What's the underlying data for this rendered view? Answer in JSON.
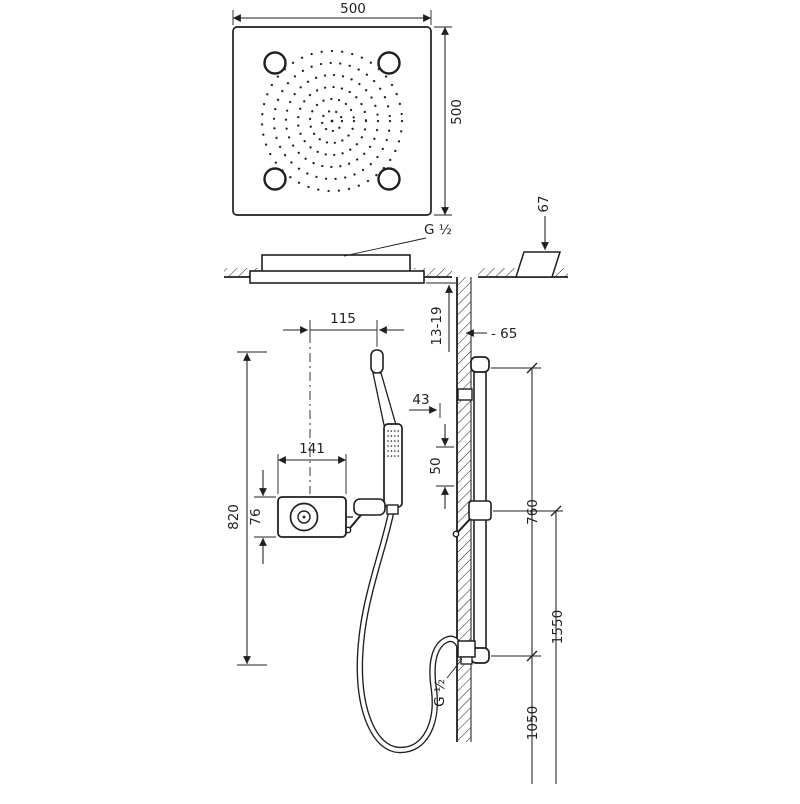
{
  "colors": {
    "ink": "#1f1f1f",
    "background": "#ffffff"
  },
  "dims": {
    "plan_width": "500",
    "plan_height": "500",
    "head_thread": "G ½",
    "recess_depth": "67",
    "ceiling_projection": "13-19",
    "axis_offset": "115",
    "wall_recess": "- 65",
    "wall_distance": "43",
    "holder_span": "50",
    "mixer_width": "141",
    "mixer_height": "76",
    "mixer_mount_height": "820",
    "rail_length": "760",
    "slider_height": "1550",
    "outlet_thread": "G ½",
    "outlet_height": "1050"
  }
}
